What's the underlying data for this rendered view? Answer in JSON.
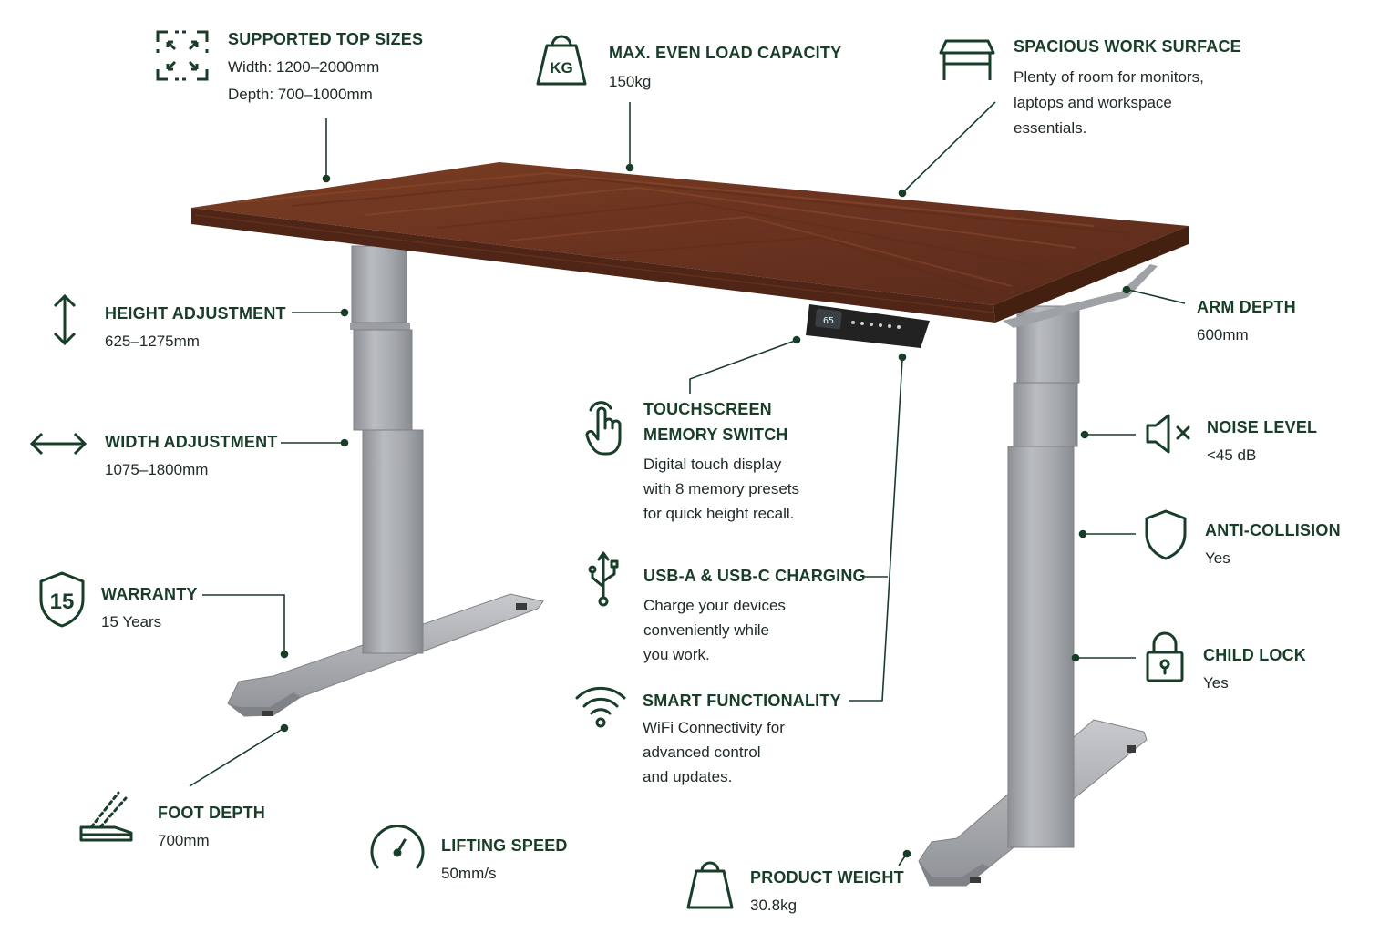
{
  "colors": {
    "accent": "#183d28",
    "wood": "#6b3520",
    "frame": "#a3a6aa"
  },
  "control_panel": {
    "display": "65"
  },
  "features": {
    "top_sizes": {
      "title": "SUPPORTED TOP SIZES",
      "lines": [
        "Width: 1200–2000mm",
        "Depth: 700–1000mm"
      ],
      "icon": "expand-arrows-icon"
    },
    "load": {
      "title": "MAX. EVEN LOAD CAPACITY",
      "lines": [
        "150kg"
      ],
      "icon": "weight-kg-icon",
      "icon_text": "KG"
    },
    "surface": {
      "title": "SPACIOUS WORK SURFACE",
      "lines": [
        "Plenty of room for monitors,",
        "laptops and workspace",
        "essentials."
      ],
      "icon": "table-icon"
    },
    "height": {
      "title": "HEIGHT ADJUSTMENT",
      "lines": [
        "625–1275mm"
      ],
      "icon": "vertical-arrows-icon"
    },
    "arm_depth": {
      "title": "ARM DEPTH",
      "lines": [
        "600mm"
      ]
    },
    "width": {
      "title": "WIDTH ADJUSTMENT",
      "lines": [
        "1075–1800mm"
      ],
      "icon": "horizontal-arrows-icon"
    },
    "touch": {
      "title": [
        "TOUCHSCREEN",
        "MEMORY SWITCH"
      ],
      "lines": [
        "Digital touch display",
        "with 8 memory presets",
        "for quick height recall."
      ],
      "icon": "touch-hand-icon"
    },
    "noise": {
      "title": "NOISE LEVEL",
      "lines": [
        "<45 dB"
      ],
      "icon": "speaker-mute-icon"
    },
    "collision": {
      "title": "ANTI-COLLISION",
      "lines": [
        "Yes"
      ],
      "icon": "shield-icon"
    },
    "warranty": {
      "title": "WARRANTY",
      "lines": [
        "15 Years"
      ],
      "icon": "warranty-shield-icon",
      "icon_text": "15"
    },
    "usb": {
      "title": "USB-A & USB-C CHARGING",
      "lines": [
        "Charge your devices",
        "conveniently while",
        "you work."
      ],
      "icon": "usb-icon"
    },
    "child_lock": {
      "title": "CHILD LOCK",
      "lines": [
        "Yes"
      ],
      "icon": "padlock-icon"
    },
    "smart": {
      "title": "SMART FUNCTIONALITY",
      "lines": [
        "WiFi Connectivity for",
        "advanced control",
        "and updates."
      ],
      "icon": "wifi-icon"
    },
    "foot": {
      "title": "FOOT DEPTH",
      "lines": [
        "700mm"
      ],
      "icon": "foot-depth-icon"
    },
    "speed": {
      "title": "LIFTING SPEED",
      "lines": [
        "50mm/s"
      ],
      "icon": "gauge-icon"
    },
    "weight": {
      "title": "PRODUCT WEIGHT",
      "lines": [
        "30.8kg"
      ],
      "icon": "weight-bag-icon"
    }
  }
}
